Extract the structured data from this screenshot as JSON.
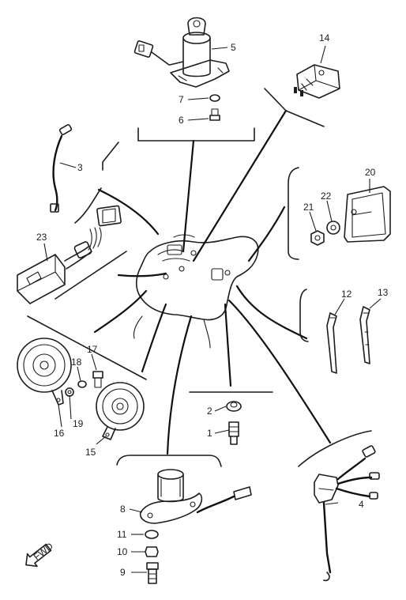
{
  "diagram": {
    "callouts": [
      {
        "id": "p1",
        "label": "1"
      },
      {
        "id": "p2",
        "label": "2"
      },
      {
        "id": "p3",
        "label": "3"
      },
      {
        "id": "p4",
        "label": "4"
      },
      {
        "id": "p5",
        "label": "5"
      },
      {
        "id": "p6",
        "label": "6"
      },
      {
        "id": "p7",
        "label": "7"
      },
      {
        "id": "p8",
        "label": "8"
      },
      {
        "id": "p9",
        "label": "9"
      },
      {
        "id": "p10",
        "label": "10"
      },
      {
        "id": "p11",
        "label": "11"
      },
      {
        "id": "p12",
        "label": "12"
      },
      {
        "id": "p13",
        "label": "13"
      },
      {
        "id": "p14",
        "label": "14"
      },
      {
        "id": "p15",
        "label": "15"
      },
      {
        "id": "p16",
        "label": "16"
      },
      {
        "id": "p17",
        "label": "17"
      },
      {
        "id": "p18",
        "label": "18"
      },
      {
        "id": "p19",
        "label": "19"
      },
      {
        "id": "p20",
        "label": "20"
      },
      {
        "id": "p21",
        "label": "21"
      },
      {
        "id": "p22",
        "label": "22"
      },
      {
        "id": "p23",
        "label": "23"
      }
    ],
    "front_marker": {
      "text": "FWD"
    }
  }
}
